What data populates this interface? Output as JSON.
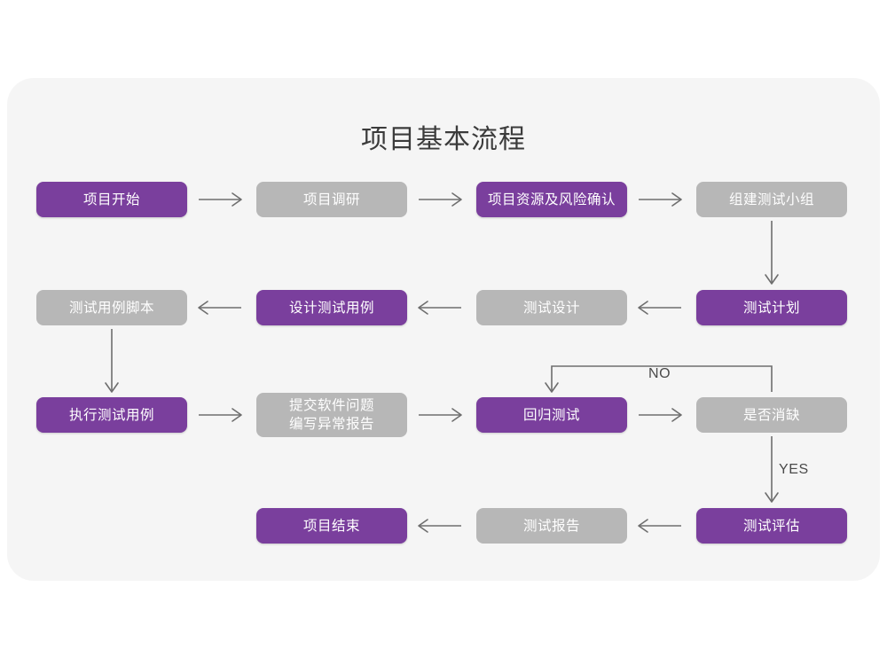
{
  "page": {
    "background_color": "#ffffff",
    "card_color": "#f5f5f5"
  },
  "colors": {
    "accent_purple": "#7a3f9d",
    "muted_gray": "#b7b7b7",
    "connector": "#6e6e6e",
    "title_text": "#3b3b3b",
    "node_text": "#ffffff"
  },
  "title": "项目基本流程",
  "diagram": {
    "type": "flowchart",
    "nodes": [
      {
        "id": "n1",
        "label": "项目开始",
        "style": "purple",
        "row": 1,
        "col": 1
      },
      {
        "id": "n2",
        "label": "项目调研",
        "style": "gray",
        "row": 1,
        "col": 2
      },
      {
        "id": "n3",
        "label": "项目资源及风险确认",
        "style": "purple",
        "row": 1,
        "col": 3
      },
      {
        "id": "n4",
        "label": "组建测试小组",
        "style": "gray",
        "row": 1,
        "col": 4
      },
      {
        "id": "n5",
        "label": "测试用例脚本",
        "style": "gray",
        "row": 2,
        "col": 1
      },
      {
        "id": "n6",
        "label": "设计测试用例",
        "style": "purple",
        "row": 2,
        "col": 2
      },
      {
        "id": "n7",
        "label": "测试设计",
        "style": "gray",
        "row": 2,
        "col": 3
      },
      {
        "id": "n8",
        "label": "测试计划",
        "style": "purple",
        "row": 2,
        "col": 4
      },
      {
        "id": "n9",
        "label": "执行测试用例",
        "style": "purple",
        "row": 3,
        "col": 1
      },
      {
        "id": "n10",
        "label": "提交软件问题\n编写异常报告",
        "style": "gray",
        "row": 3,
        "col": 2
      },
      {
        "id": "n11",
        "label": "回归测试",
        "style": "purple",
        "row": 3,
        "col": 3
      },
      {
        "id": "n12",
        "label": "是否消缺",
        "style": "gray",
        "row": 3,
        "col": 4
      },
      {
        "id": "n13",
        "label": "项目结束",
        "style": "purple",
        "row": 4,
        "col": 2
      },
      {
        "id": "n14",
        "label": "测试报告",
        "style": "gray",
        "row": 4,
        "col": 3
      },
      {
        "id": "n15",
        "label": "测试评估",
        "style": "purple",
        "row": 4,
        "col": 4
      }
    ],
    "edges": [
      {
        "from": "n1",
        "to": "n2",
        "direction": "right",
        "label": ""
      },
      {
        "from": "n2",
        "to": "n3",
        "direction": "right",
        "label": ""
      },
      {
        "from": "n3",
        "to": "n4",
        "direction": "right",
        "label": ""
      },
      {
        "from": "n4",
        "to": "n8",
        "direction": "down",
        "label": ""
      },
      {
        "from": "n8",
        "to": "n7",
        "direction": "left",
        "label": ""
      },
      {
        "from": "n7",
        "to": "n6",
        "direction": "left",
        "label": ""
      },
      {
        "from": "n6",
        "to": "n5",
        "direction": "left",
        "label": ""
      },
      {
        "from": "n5",
        "to": "n9",
        "direction": "down",
        "label": ""
      },
      {
        "from": "n9",
        "to": "n10",
        "direction": "right",
        "label": ""
      },
      {
        "from": "n10",
        "to": "n11",
        "direction": "right",
        "label": ""
      },
      {
        "from": "n11",
        "to": "n12",
        "direction": "right",
        "label": ""
      },
      {
        "from": "n12",
        "to": "n11",
        "direction": "loop-up-left",
        "label": "NO"
      },
      {
        "from": "n12",
        "to": "n15",
        "direction": "down",
        "label": "YES"
      },
      {
        "from": "n15",
        "to": "n14",
        "direction": "left",
        "label": ""
      },
      {
        "from": "n14",
        "to": "n13",
        "direction": "left",
        "label": ""
      }
    ],
    "edge_labels": {
      "no": "NO",
      "yes": "YES"
    }
  }
}
